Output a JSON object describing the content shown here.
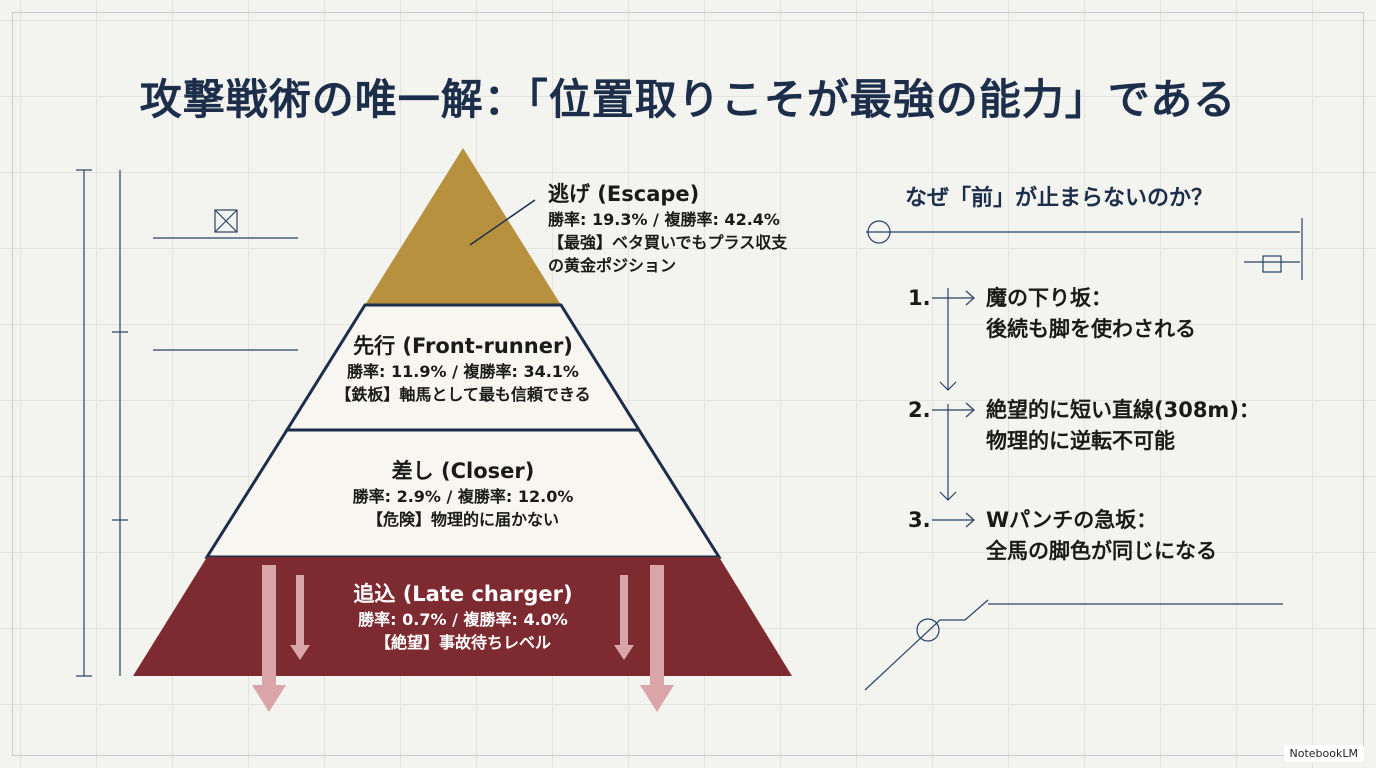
{
  "title": "攻撃戦術の唯一解：「位置取りこそが最強の能力」である",
  "pyramid": [
    {
      "name": "逃げ (Escape)",
      "stats": "勝率: 19.3% / 複勝率: 42.4%",
      "note1": "【最強】ベタ買いでもプラス収支",
      "note2": "の黄金ポジション",
      "color": "#b8913f"
    },
    {
      "name": "先行 (Front-runner)",
      "stats": "勝率: 11.9% / 複勝率: 34.1%",
      "note1": "【鉄板】軸馬として最も信頼できる",
      "color": "#f7f6f1"
    },
    {
      "name": "差し (Closer)",
      "stats": "勝率: 2.9% / 複勝率: 12.0%",
      "note1": "【危険】物理的に届かない",
      "color": "#f7f6f1"
    },
    {
      "name": "追込 (Late charger)",
      "stats": "勝率: 0.7% / 複勝率: 4.0%",
      "note1": "【絶望】事故待ちレベル",
      "color": "#7d2a30"
    }
  ],
  "right": {
    "question": "なぜ「前」が止まらないのか？",
    "steps": [
      {
        "num": "1.",
        "line1": "魔の下り坂：",
        "line2": "後続も脚を使わされる"
      },
      {
        "num": "2.",
        "line1": "絶望的に短い直線(308m)：",
        "line2": "物理的に逆転不可能"
      },
      {
        "num": "3.",
        "line1": "Wパンチの急坂：",
        "line2": "全馬の脚色が同じになる"
      }
    ]
  },
  "badge": "NotebookLM"
}
